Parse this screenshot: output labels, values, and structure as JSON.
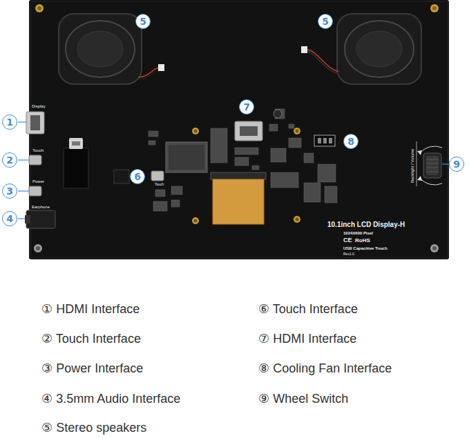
{
  "diagram": {
    "nodes": [
      {
        "text": [
          "5"
        ]
      },
      {
        "text": [
          "5"
        ]
      },
      {
        "text": [
          "7"
        ]
      },
      {
        "text": [
          "1"
        ]
      },
      {
        "text": [
          "8"
        ]
      },
      {
        "text": [
          "2"
        ]
      },
      {
        "text": [
          "9"
        ]
      },
      {
        "text": [
          "6"
        ]
      },
      {
        "text": [
          "3"
        ]
      },
      {
        "text": [
          "4"
        ]
      }
    ],
    "labels": [
      "Display",
      "Touch",
      "Power",
      "Earphone",
      "Touch",
      "Backlight / Volume",
      "10.1inch LCD Display-H",
      "1024X600 Pixel",
      "CE",
      "RoHS",
      "USB Capacitive Touch",
      "Rev1.0",
      "① HDMI Interface",
      "② Touch Interface",
      "③ Power Interface",
      "④ 3.5mm Audio Interface",
      "⑤ Stereo speakers",
      "⑥ Touch Interface",
      "⑦ HDMI Interface",
      "⑧ Cooling Fan Interface",
      "⑨ Wheel Switch"
    ]
  }
}
